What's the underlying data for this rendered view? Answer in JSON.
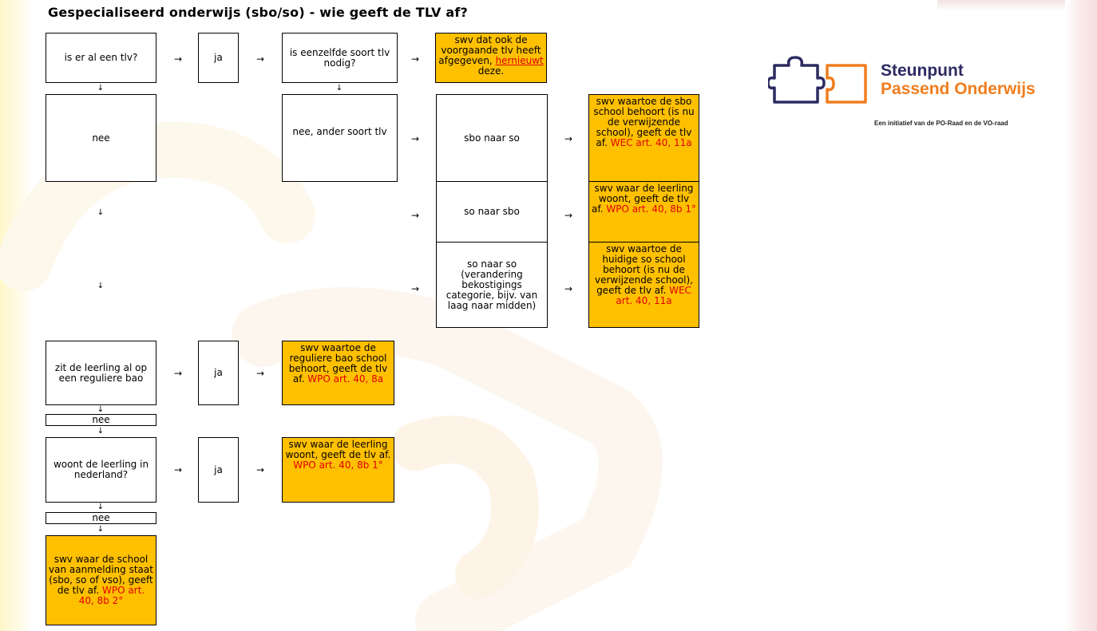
{
  "title": "Gespecialiseerd onderwijs (sbo/so) - wie geeft de TLV af?",
  "arrow": "→",
  "down_arrow": "↓",
  "logo": {
    "name_line1": "Steunpunt",
    "name_line2": "Passend Onderwijs",
    "tagline": "Een initiatief van de PO-Raad en de VO-raad",
    "colors": {
      "navy": "#2d2a61",
      "orange": "#f07d1e"
    }
  },
  "colors": {
    "highlight": "#ffc000",
    "legal_ref": "#e00000"
  },
  "flow": {
    "q_tlv": "is er al een tlv?",
    "ja_1": "ja",
    "q_same_type": "is eenzelfde soort tlv nodig?",
    "a_same_type": {
      "text": "swv dat ook de voorgaande tlv heeft afgegeven,",
      "red_word": "hernieuwt",
      "tail": "deze."
    },
    "nee_1": "nee",
    "nee_other_type": "nee, ander soort tlv",
    "sbo_to_so": "sbo naar so",
    "a_sbo_to_so": {
      "text": "swv waartoe de sbo school behoort (is nu de verwijzende school), geeft de tlv af.",
      "ref": "WEC art. 40, 11a"
    },
    "so_to_sbo": "so naar sbo",
    "a_so_to_sbo": {
      "text": "swv waar de leerling woont, geeft de tlv af.",
      "ref": "WPO art. 40, 8b 1°"
    },
    "so_to_so": "so naar so (verandering bekostigings categorie, bijv. van laag naar midden)",
    "a_so_to_so": {
      "text": "swv waartoe de huidige so school behoort (is nu de verwijzende school), geeft de tlv af.",
      "ref": "WEC art. 40, 11a"
    },
    "q_regular_bao": "zit de leerling al op een reguliere bao",
    "ja_2": "ja",
    "a_regular_bao": {
      "text": "swv waartoe de reguliere bao school behoort, geeft de tlv af.",
      "ref": "WPO art. 40, 8a"
    },
    "nee_2": "nee",
    "q_lives_nl": "woont de leerling in nederland?",
    "ja_3": "ja",
    "a_lives_nl": {
      "text": "swv waar de leerling woont, geeft de tlv af.",
      "ref": "WPO art. 40, 8b 1°"
    },
    "nee_3": "nee",
    "a_final": {
      "text": "swv waar de school van aanmelding staat (sbo, so of vso), geeft de tlv af.",
      "ref": "WPO art. 40, 8b 2°"
    }
  }
}
